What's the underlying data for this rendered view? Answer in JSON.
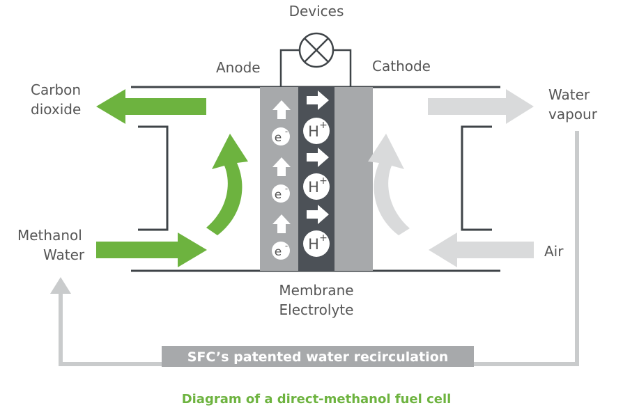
{
  "labels": {
    "devices": "Devices",
    "anode": "Anode",
    "cathode": "Cathode",
    "carbon_dioxide": [
      "Carbon",
      "dioxide"
    ],
    "methanol_water": [
      "Methanol",
      "Water"
    ],
    "water_vapour": [
      "Water",
      "vapour"
    ],
    "air": "Air",
    "membrane_electrolyte": [
      "Membrane",
      "Electrolyte"
    ]
  },
  "ions": {
    "electron": "e",
    "electron_sup": "-",
    "proton": "H",
    "proton_sup": "+"
  },
  "banner": "SFC’s patented water recirculation",
  "caption": "Diagram of a direct-methanol fuel cell",
  "colors": {
    "green": "#6db33f",
    "light_gray": "#d9dadb",
    "mid_gray": "#a7a9ab",
    "dark_gray": "#4c5157",
    "line_gray": "#3f4448",
    "text_gray": "#555555",
    "caption_green": "#6db33f"
  }
}
